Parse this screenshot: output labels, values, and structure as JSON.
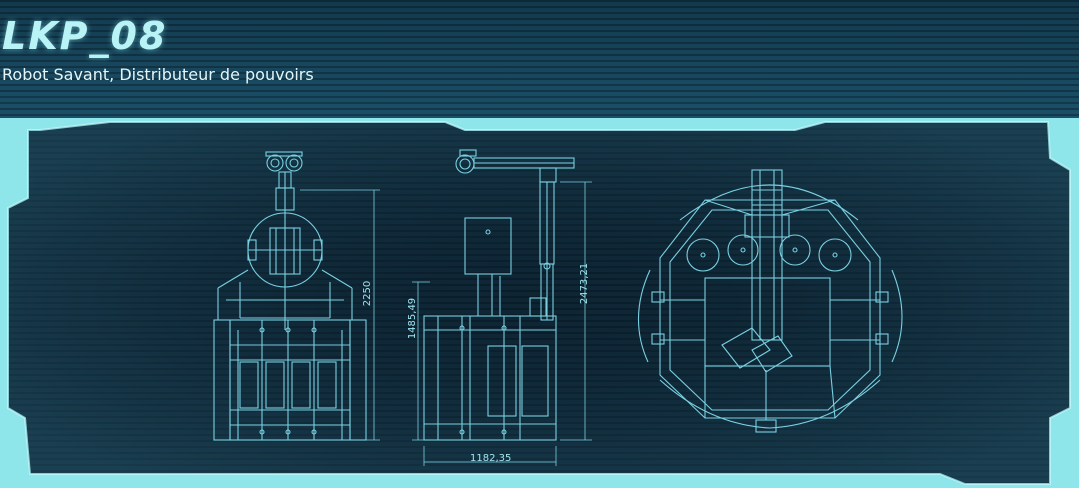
{
  "header": {
    "title": "LKP_08",
    "subtitle": "Robot Savant, Distributeur de pouvoirs"
  },
  "blueprint": {
    "views": [
      {
        "name": "front-view"
      },
      {
        "name": "side-view"
      },
      {
        "name": "top-view"
      }
    ],
    "dimensions": {
      "front_height": "2250",
      "side_lower_height": "1485,49",
      "side_total_height": "2473,21",
      "side_width": "1182,35"
    }
  },
  "colors": {
    "line": "#7fd9ea",
    "background": "#0d2433",
    "frame": "#8ee6ea",
    "title": "#b9f3f6"
  }
}
